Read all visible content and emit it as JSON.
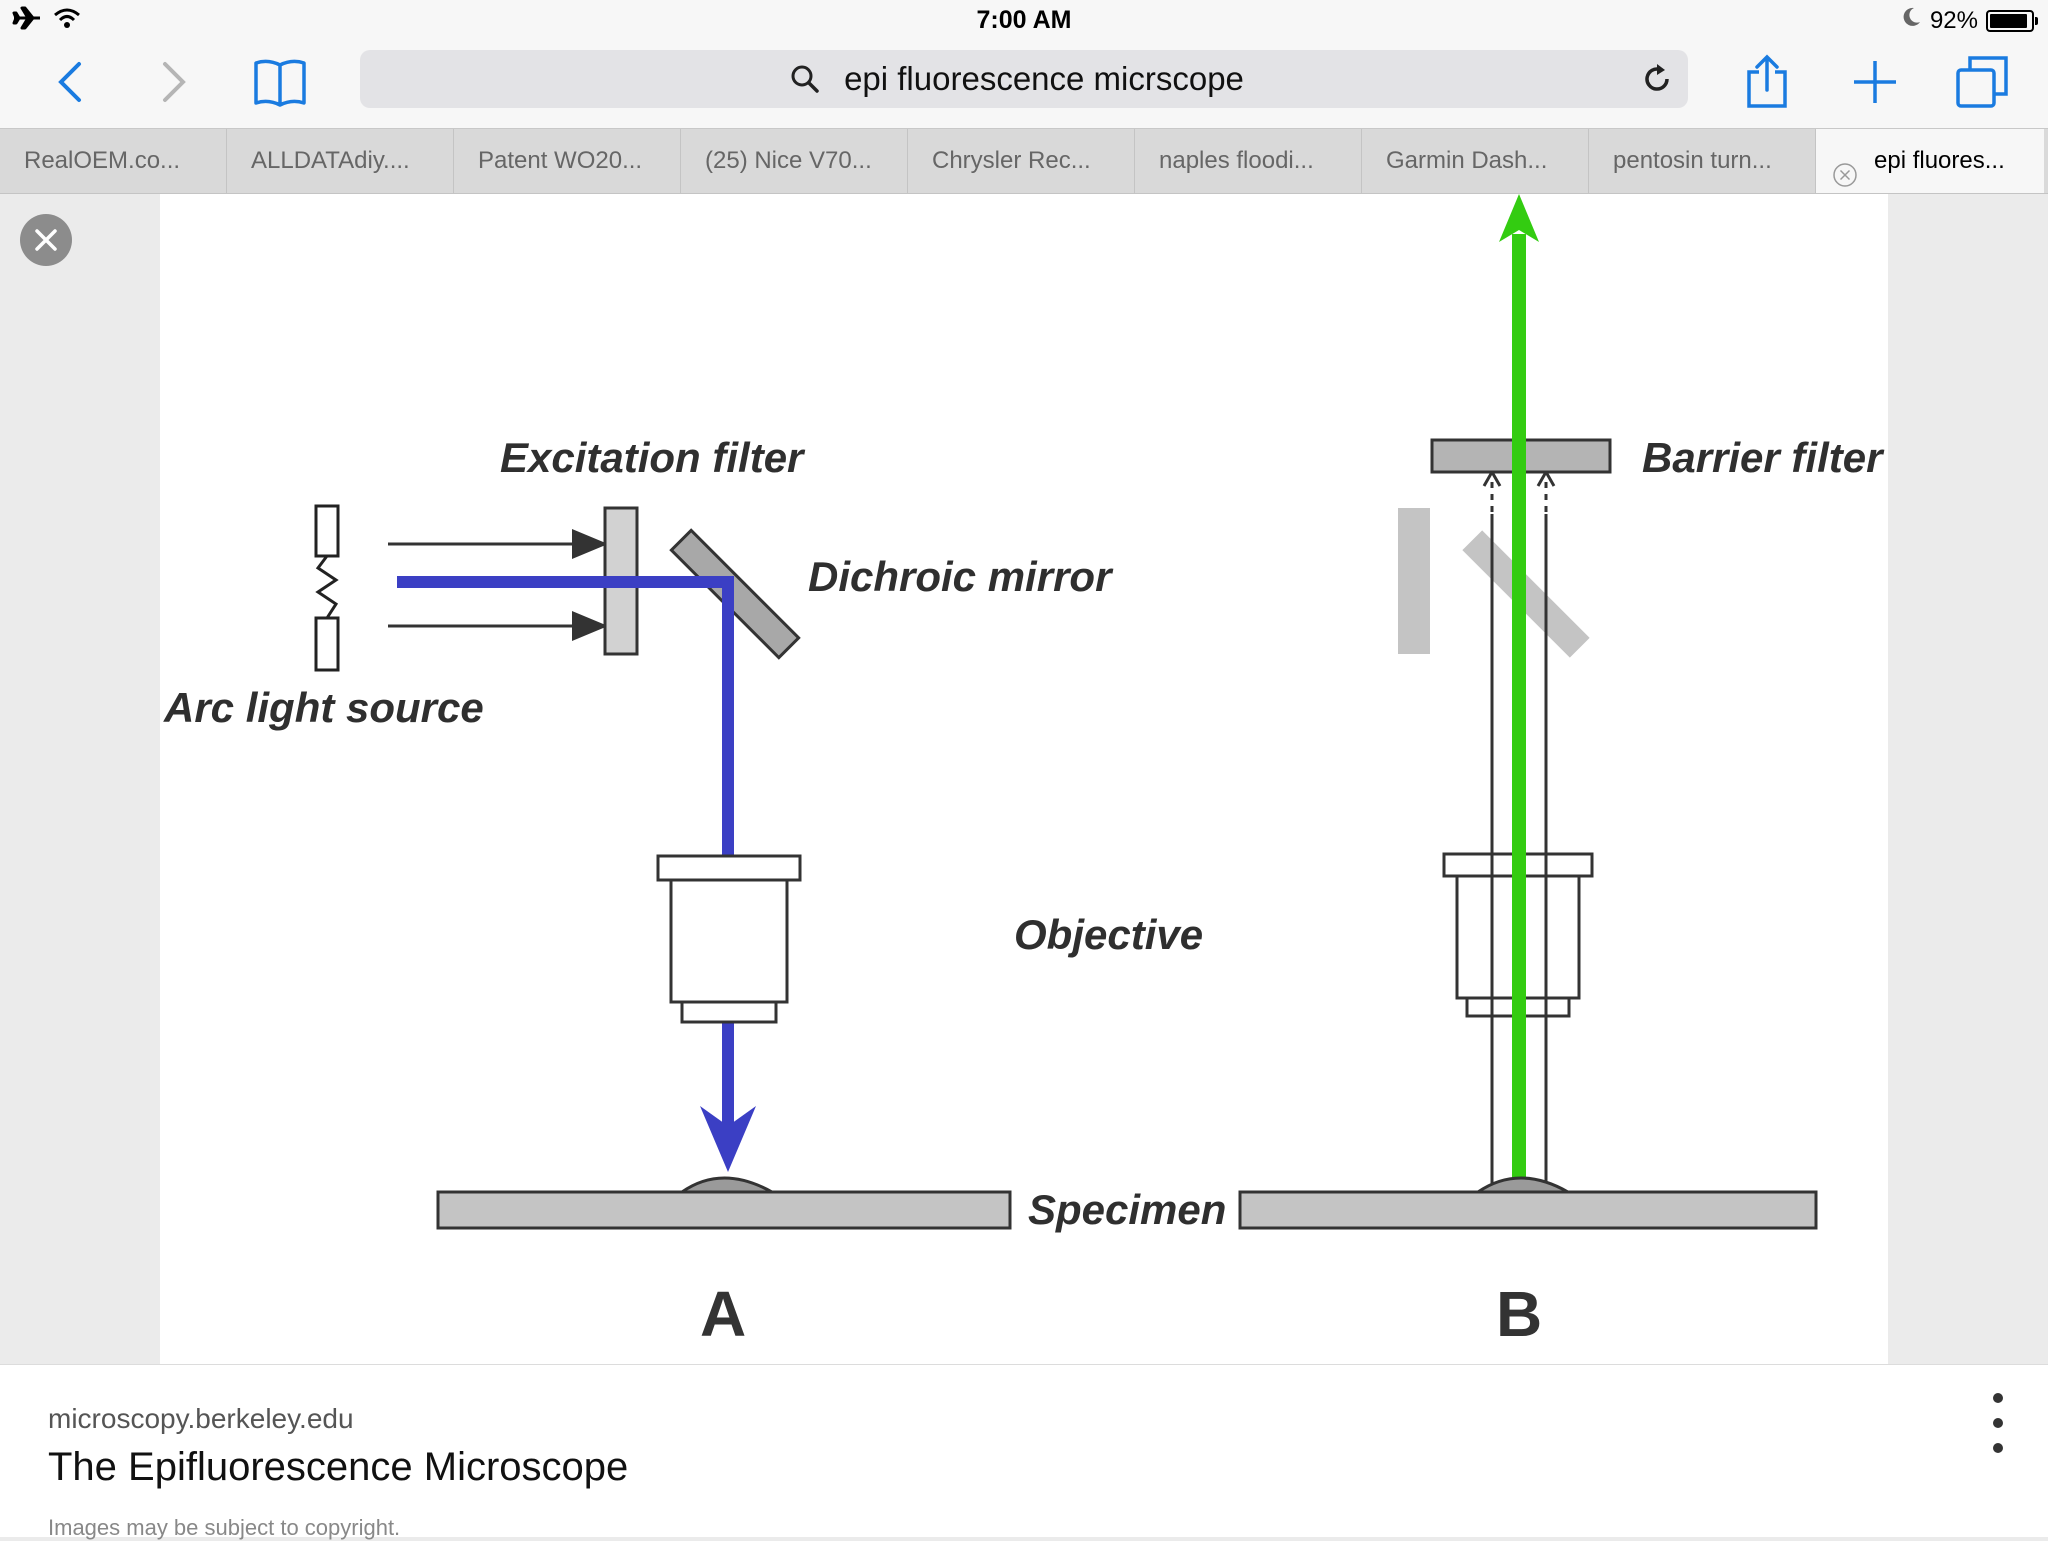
{
  "status": {
    "time": "7:00 AM",
    "battery": "92%",
    "battery_level": 0.92
  },
  "toolbar": {
    "query": "epi fluorescence micrscope",
    "accent": "#1a7be0"
  },
  "tabs": [
    {
      "label": "RealOEM.co..."
    },
    {
      "label": "ALLDATAdiy...."
    },
    {
      "label": "Patent WO20..."
    },
    {
      "label": "(25) Nice V70..."
    },
    {
      "label": "Chrysler Rec..."
    },
    {
      "label": "naples floodi..."
    },
    {
      "label": "Garmin Dash..."
    },
    {
      "label": "pentosin turn..."
    },
    {
      "label": "epi fluores...",
      "active": true
    }
  ],
  "diagram": {
    "labels": {
      "excitation_filter": "Excitation filter",
      "dichroic_mirror": "Dichroic mirror",
      "arc_light_source": "Arc light source",
      "objective": "Objective",
      "specimen": "Specimen",
      "barrier_filter": "Barrier filter",
      "panel_a": "A",
      "panel_b": "B"
    },
    "colors": {
      "excitation_light": "#3b3fc4",
      "emission_light": "#33cc11",
      "filter_gray": "#c4c4c4"
    }
  },
  "caption": {
    "domain": "microscopy.berkeley.edu",
    "title": "The Epifluorescence Microscope",
    "note": "Images may be subject to copyright."
  }
}
